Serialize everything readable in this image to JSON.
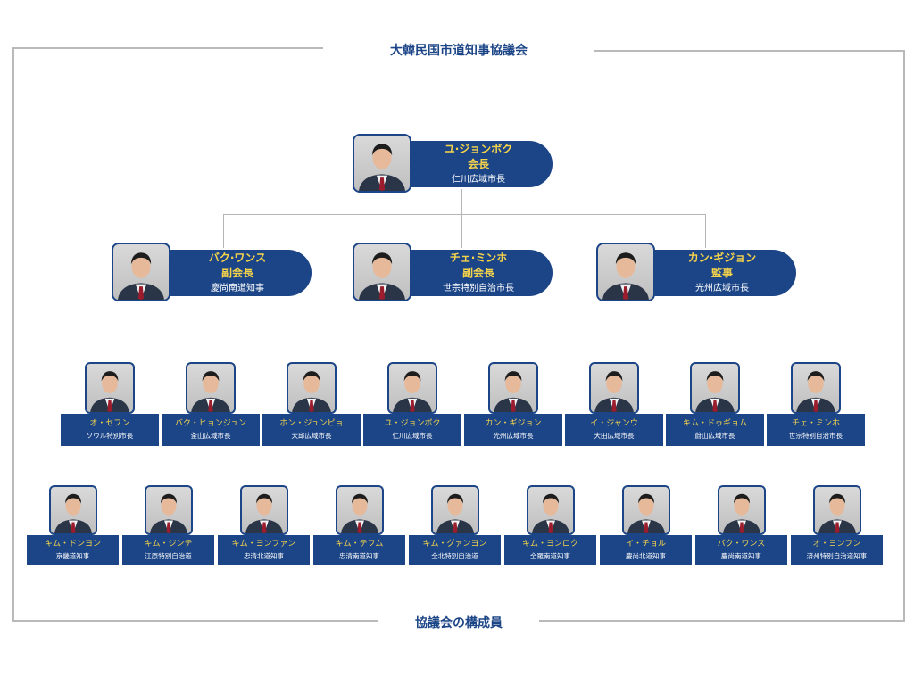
{
  "header": {
    "title": "大韓民国市道知事協議会"
  },
  "footer": {
    "title": "協議会の構成員"
  },
  "leadership": {
    "chair": {
      "name": "ユ·ジョンボク",
      "role": "会長",
      "position": "仁川広域市長",
      "photo_icon": "portrait-icon"
    },
    "officers": [
      {
        "name": "バク·ワンス",
        "role": "副会長",
        "position": "慶尚南道知事",
        "photo_icon": "portrait-icon"
      },
      {
        "name": "チェ·ミンホ",
        "role": "副会長",
        "position": "世宗特別自治市長",
        "photo_icon": "portrait-icon"
      },
      {
        "name": "カン·ギジョン",
        "role": "監事",
        "position": "光州広域市長",
        "photo_icon": "portrait-icon"
      }
    ]
  },
  "members_row1": [
    {
      "name": "オ・セフン",
      "position": "ソウル特別市長"
    },
    {
      "name": "バク・ヒョンジュン",
      "position": "釜山広域市長"
    },
    {
      "name": "ホン・ジュンピョ",
      "position": "大邱広域市長"
    },
    {
      "name": "ユ・ジョンボク",
      "position": "仁川広域市長"
    },
    {
      "name": "カン・ギジョン",
      "position": "光州広域市長"
    },
    {
      "name": "イ・ジャンウ",
      "position": "大田広域市長"
    },
    {
      "name": "キム・ドゥギョム",
      "position": "蔚山広域市長"
    },
    {
      "name": "チェ・ミンホ",
      "position": "世宗特別自治市長"
    }
  ],
  "members_row2": [
    {
      "name": "キム・ドンヨン",
      "position": "京畿道知事"
    },
    {
      "name": "キム・ジンテ",
      "position": "江原特別自治道"
    },
    {
      "name": "キム・ヨンファン",
      "position": "忠清北道知事"
    },
    {
      "name": "キム・テフム",
      "position": "忠清南道知事"
    },
    {
      "name": "キム・グァンヨン",
      "position": "全北特別自治道"
    },
    {
      "name": "キム・ヨンロク",
      "position": "全羅南道知事"
    },
    {
      "name": "イ・チョル",
      "position": "慶尚北道知事"
    },
    {
      "name": "バク・ワンス",
      "position": "慶尚南道知事"
    },
    {
      "name": "オ・ヨンフン",
      "position": "済州特別自治道知事"
    }
  ],
  "colors": {
    "brand_blue": "#1c4587",
    "name_yellow": "#f6d44a",
    "frame_gray": "#b9b9b9"
  }
}
